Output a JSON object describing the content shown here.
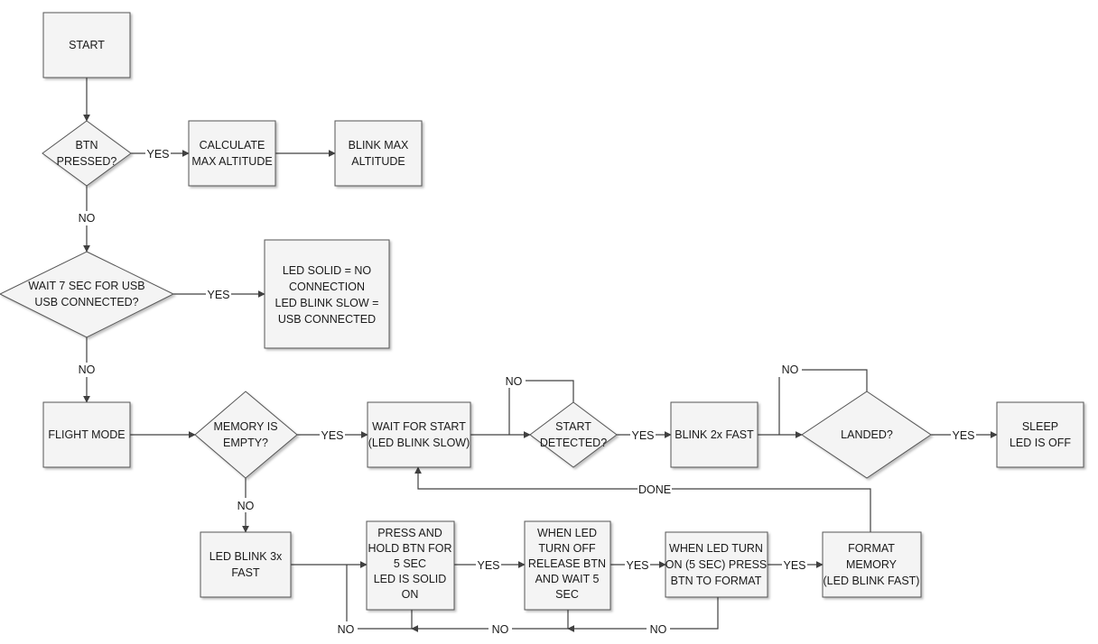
{
  "nodes": {
    "start": "START",
    "btn_pressed": [
      "BTN",
      "PRESSED?"
    ],
    "calc_max_alt": [
      "CALCULATE",
      "MAX ALTITUDE"
    ],
    "blink_max_alt": [
      "BLINK MAX",
      "ALTITUDE"
    ],
    "wait_usb": [
      "WAIT 7 SEC FOR USB",
      "USB CONNECTED?"
    ],
    "led_info": [
      "LED SOLID = NO",
      "CONNECTION",
      "LED BLINK SLOW =",
      "USB CONNECTED"
    ],
    "flight_mode": "FLIGHT MODE",
    "memory_empty": [
      "MEMORY IS",
      "EMPTY?"
    ],
    "wait_start": [
      "WAIT FOR START",
      "(LED BLINK SLOW)"
    ],
    "start_detected": [
      "START",
      "DETECTED?"
    ],
    "blink_2x": "BLINK 2x FAST",
    "landed": "LANDED?",
    "sleep": [
      "SLEEP",
      "LED IS OFF"
    ],
    "led_blink_3x": [
      "LED BLINK 3x",
      "FAST"
    ],
    "press_hold": [
      "PRESS AND",
      "HOLD BTN FOR",
      "5 SEC",
      "LED IS SOLID",
      "ON"
    ],
    "when_led_off": [
      "WHEN LED",
      "TURN OFF",
      "RELEASE BTN",
      "AND WAIT 5",
      "SEC"
    ],
    "when_led_on": [
      "WHEN LED TURN",
      "ON (5 SEC) PRESS",
      "BTN TO FORMAT"
    ],
    "format_memory": [
      "FORMAT",
      "MEMORY",
      "(LED BLINK FAST)"
    ]
  },
  "edge_labels": {
    "yes": "YES",
    "no": "NO",
    "done": "DONE"
  }
}
